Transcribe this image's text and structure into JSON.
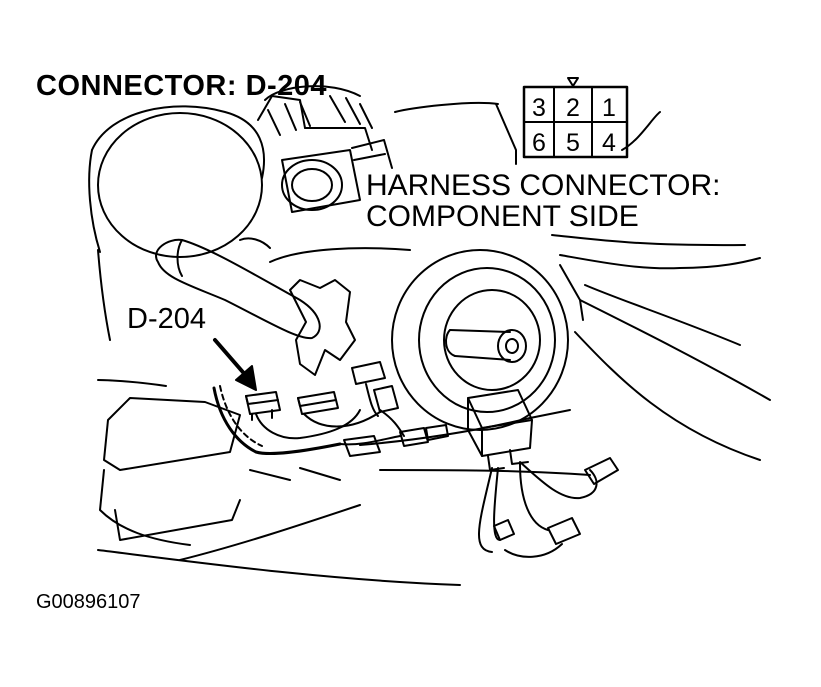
{
  "title": "CONNECTOR: D-204",
  "pin_diagram": {
    "top_row": [
      "3",
      "2",
      "1"
    ],
    "bottom_row": [
      "6",
      "5",
      "4"
    ]
  },
  "harness_label": {
    "line1": "HARNESS CONNECTOR:",
    "line2": "COMPONENT SIDE"
  },
  "callout_label": "D-204",
  "figure_id": "G00896107",
  "colors": {
    "ink": "#000000",
    "paper": "#ffffff"
  }
}
